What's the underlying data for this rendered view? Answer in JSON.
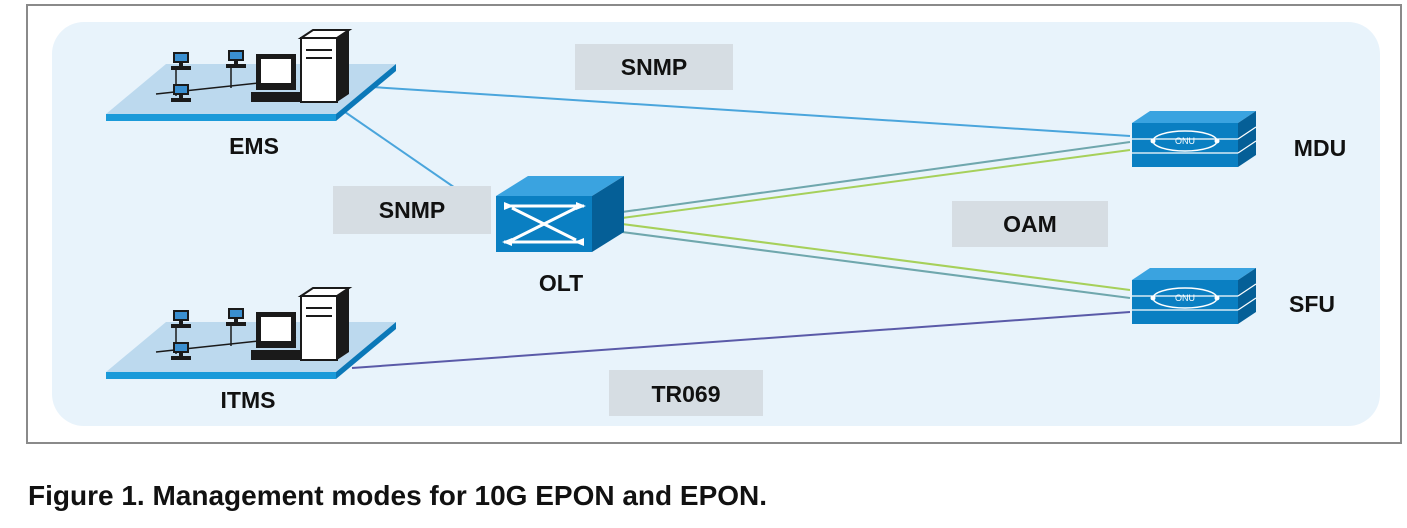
{
  "diagram": {
    "nodes": {
      "ems": "EMS",
      "itms": "ITMS",
      "olt": "OLT",
      "mdu": "MDU",
      "sfu": "SFU",
      "onu_badge": "ONU"
    },
    "protocols": {
      "snmp_top": "SNMP",
      "snmp_mid": "SNMP",
      "oam": "OAM",
      "tr069": "TR069"
    }
  },
  "colors": {
    "panel_bg": "#e8f3fb",
    "device_blue": "#0a7fc2",
    "platform_blue": "#1a9ad9",
    "label_box": "#d6dde3",
    "link_snmp": "#4aa5dc",
    "link_oam_teal": "#6fa7ad",
    "link_oam_green": "#a6d05a",
    "link_tr069": "#5a5aa8"
  },
  "caption": "Figure 1. Management modes for 10G EPON and EPON."
}
